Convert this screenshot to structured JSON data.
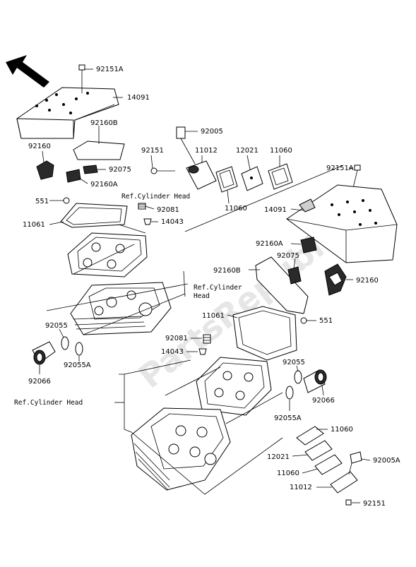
{
  "watermark": "PartsRepublik",
  "labels": {
    "l92151A_top": "92151A",
    "l14091_top": "14091",
    "l92160B_left": "92160B",
    "l92160_left": "92160",
    "l92075_left": "92075",
    "l92160A_left": "92160A",
    "l92005": "92005",
    "l92151_mid": "92151",
    "l11012_mid": "11012",
    "l12021_mid": "12021",
    "l11060_mid": "11060",
    "l11060_mid2": "11060",
    "l92151A_right": "92151A",
    "l551_left": "551",
    "l11061_left": "11061",
    "l92081_left": "92081",
    "l14043_left": "14043",
    "l14091_right": "14091",
    "l92160A_right": "92160A",
    "l92075_right": "92075",
    "l92160B_right": "92160B",
    "l92160_right": "92160",
    "l11061_right": "11061",
    "l551_right": "551",
    "l92055_left": "92055",
    "l92081_right": "92081",
    "l14043_right": "14043",
    "l92055A_left": "92055A",
    "l92066_left": "92066",
    "l92055_right": "92055",
    "l92066_right": "92066",
    "l92055A_right": "92055A",
    "l11060_bot": "11060",
    "l12021_bot": "12021",
    "l11060_bot2": "11060",
    "l92005A": "92005A",
    "l11012_bot": "11012",
    "l92151_bot": "92151"
  },
  "refs": {
    "ref_cyl_head_1": "Ref.Cylinder Head",
    "ref_cyl_head_2_line1": "Ref.Cylinder",
    "ref_cyl_head_2_line2": "Head",
    "ref_cyl_head_3": "Ref.Cylinder Head"
  }
}
